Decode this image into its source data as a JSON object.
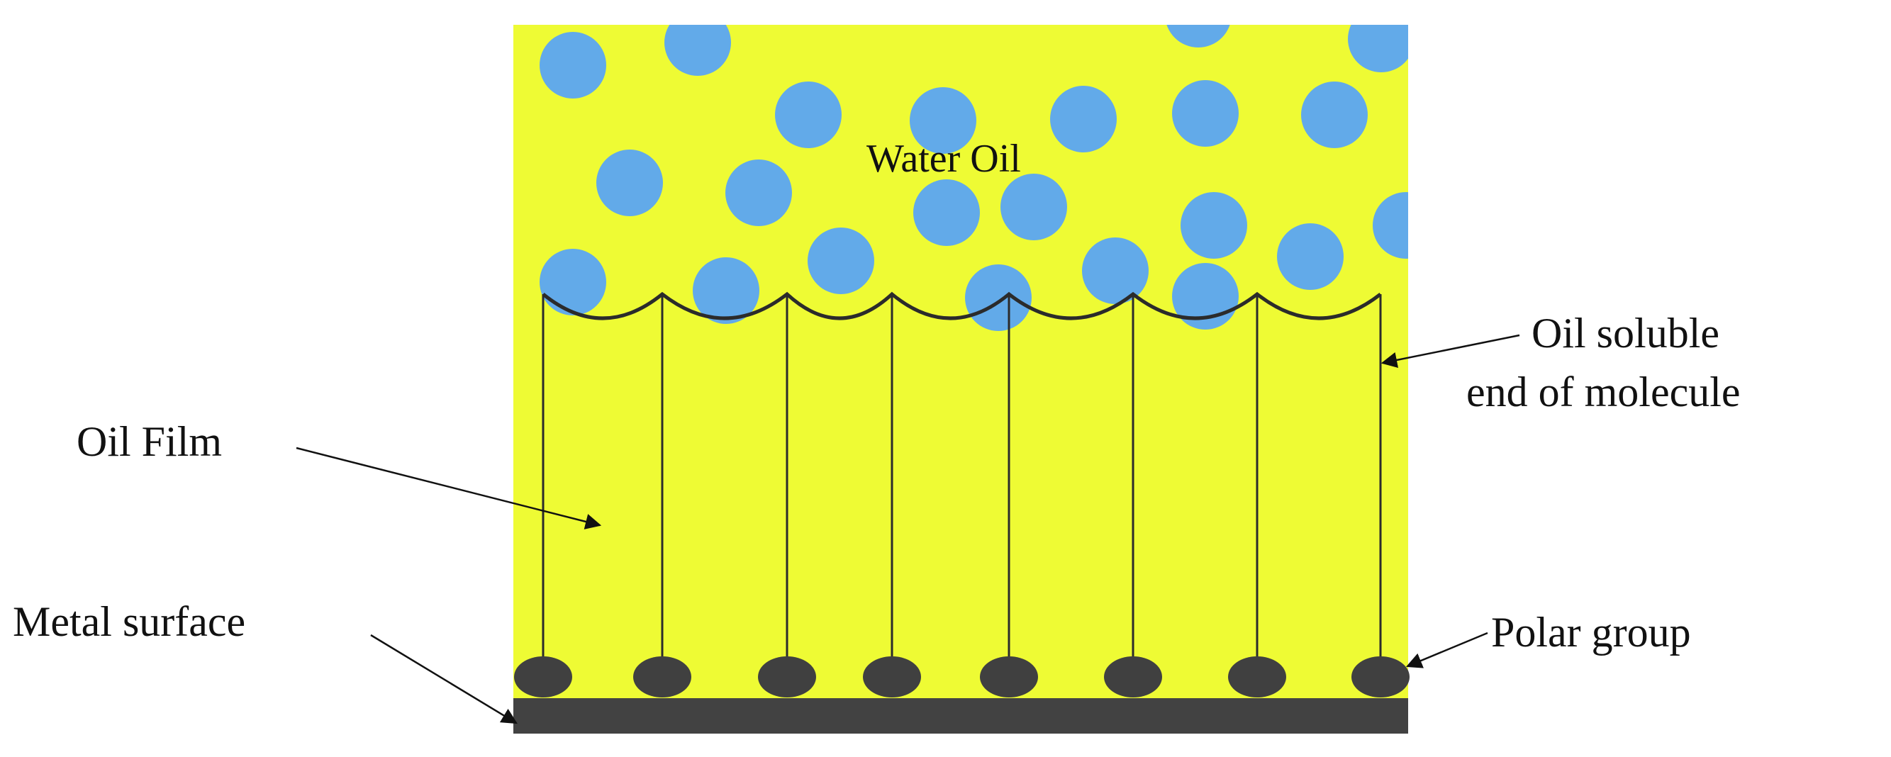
{
  "labels": {
    "water_oil": "Water Oil",
    "oil_film": "Oil Film",
    "oil_soluble_line1": "Oil soluble",
    "oil_soluble_line2": "end of molecule",
    "metal_surface": "Metal surface",
    "polar_group": "Polar group"
  },
  "colors": {
    "oil": "#eefb34",
    "water_droplet": "#62aae9",
    "metal": "#424242",
    "polar_group": "#404040",
    "molecule_line": "#2b2b2b",
    "background": "#ffffff"
  }
}
